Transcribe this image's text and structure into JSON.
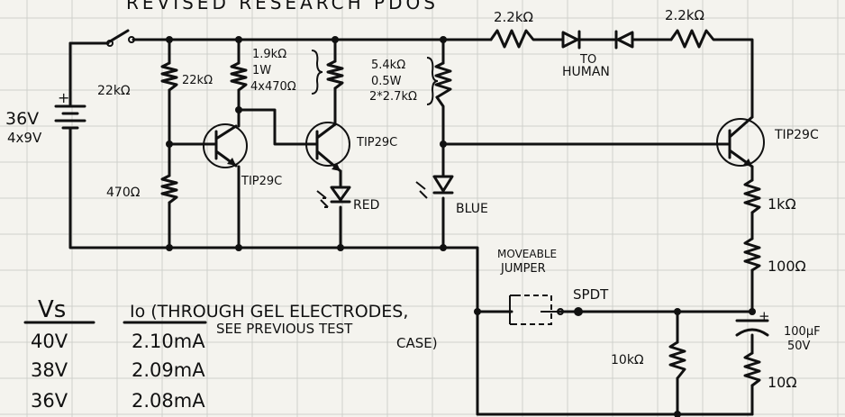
{
  "title": "REVISED RESEARCH PDOS",
  "battery": {
    "voltage": "36V",
    "config": "4x9V",
    "plus": "+"
  },
  "resistors": {
    "r22k_left": "22kΩ",
    "r22k_right": "22kΩ",
    "r470": "470Ω",
    "r19k_a": "1.9kΩ",
    "r19k_b": "1W",
    "r19k_c": "4x470Ω",
    "r54k_a": "5.4kΩ",
    "r54k_b": "0.5W",
    "r54k_c": "2*2.7kΩ",
    "r22k_top_left": "2.2kΩ",
    "r22k_top_right": "2.2kΩ",
    "r1k": "1kΩ",
    "r100": "100Ω",
    "r10k": "10kΩ",
    "r10": "10Ω"
  },
  "transistors": {
    "q1": "TIP29C",
    "q2": "TIP29C",
    "q3": "TIP29C"
  },
  "leds": {
    "red": "RED",
    "blue": "BLUE"
  },
  "human": {
    "line1": "TO",
    "line2": "HUMAN"
  },
  "jumper": {
    "line1": "MOVEABLE",
    "line2": "JUMPER",
    "switch": "SPDT"
  },
  "capacitor": {
    "plus": "+",
    "value": "100μF",
    "voltage": "50V"
  },
  "table": {
    "col_vs": "Vs",
    "col_io": "Io (THROUGH GEL ELECTRODES,",
    "col_io_2": "SEE PREVIOUS TEST",
    "col_io_3": "CASE)",
    "rows": [
      {
        "vs": "40V",
        "io": "2.10mA"
      },
      {
        "vs": "38V",
        "io": "2.09mA"
      },
      {
        "vs": "36V",
        "io": "2.08mA"
      }
    ]
  }
}
